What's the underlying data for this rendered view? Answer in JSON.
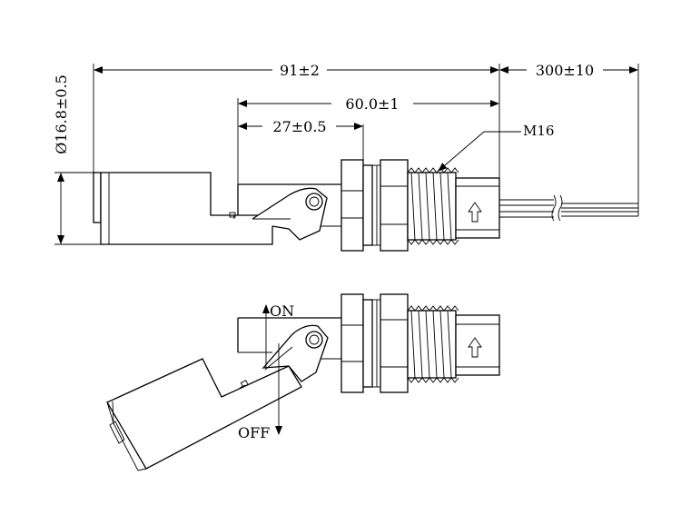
{
  "dimensions": {
    "overall_length": "91±2",
    "switch_length": "60.0±1",
    "pivot_offset": "27±0.5",
    "cable_length": "300±10",
    "float_diameter": "Ø16.8±0.5",
    "thread": "M16"
  },
  "states": {
    "on_label": "ON",
    "off_label": "OFF"
  }
}
